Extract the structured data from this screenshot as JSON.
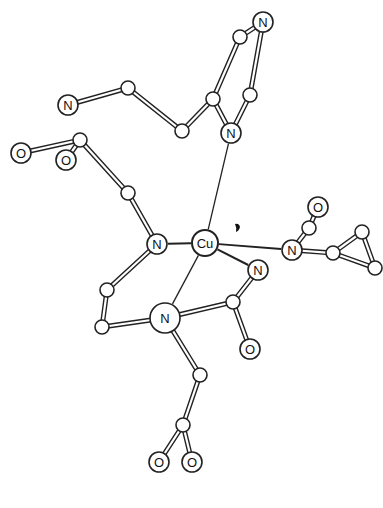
{
  "diagram": {
    "nodes": [
      {
        "text": [
          "N"
        ]
      },
      {
        "text": [
          "N"
        ]
      },
      {
        "text": [
          "N"
        ]
      },
      {
        "text": [
          "O"
        ]
      },
      {
        "text": [
          "O"
        ]
      },
      {
        "text": [
          "O"
        ]
      },
      {
        "text": [
          "N"
        ]
      },
      {
        "text": [
          "Cu"
        ]
      },
      {
        "text": [
          "N"
        ]
      },
      {
        "text": [
          "N"
        ]
      },
      {
        "text": [
          "N"
        ]
      },
      {
        "text": [
          "O"
        ]
      },
      {
        "text": [
          "O"
        ]
      },
      {
        "text": [
          "O"
        ]
      }
    ],
    "edges": [
      {
        "from": 7,
        "to": 2,
        "arrow": "none"
      },
      {
        "from": 7,
        "to": 6,
        "arrow": "none"
      },
      {
        "from": 7,
        "to": 8,
        "arrow": "none"
      },
      {
        "from": 7,
        "to": 9,
        "arrow": "none"
      },
      {
        "from": 7,
        "to": 10,
        "arrow": "none"
      }
    ]
  }
}
